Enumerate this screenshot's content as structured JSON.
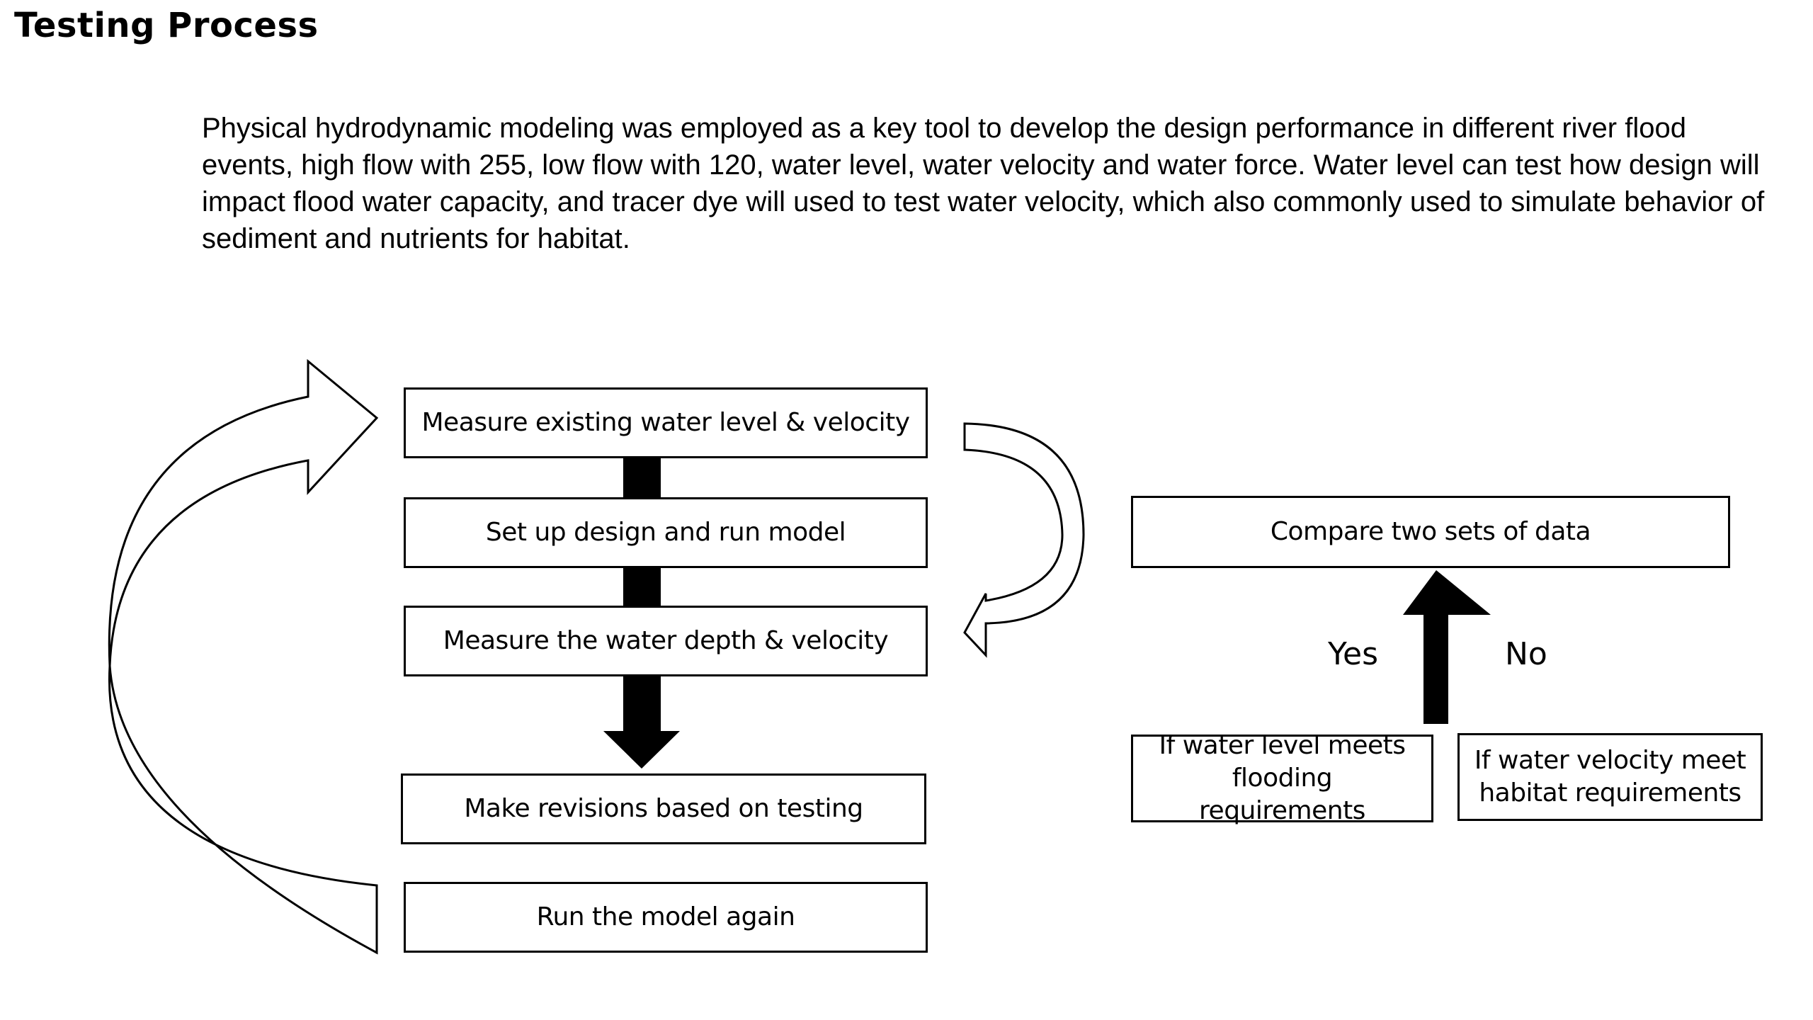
{
  "title": "Testing Process",
  "intro": "Physical hydrodynamic modeling was employed as a key tool to develop the design performance in different river flood events, high flow with 255, low flow with 120, water level, water velocity and water force. Water level can test how design will impact flood water capacity, and tracer dye will used to test water velocity, which also commonly used to simulate behavior of sediment and nutrients for habitat.",
  "flow": {
    "step1": "Measure existing water level & velocity",
    "step2": "Set up design and run model",
    "step3": "Measure the water depth & velocity",
    "step4": "Make revisions based on testing",
    "step5": "Run the model again"
  },
  "compare": {
    "title": "Compare two sets of data",
    "yes_label": "Yes",
    "no_label": "No",
    "condition_level": "If water level meets flooding requirements",
    "condition_velocity": "If water velocity meet habitat requirements"
  },
  "colors": {
    "stroke": "#000000",
    "fill": "#ffffff",
    "arrow_fill": "#000000"
  },
  "icons": {
    "loop_arrow": "curved-arrow-outline",
    "return_arrow": "curved-arrow-outline",
    "down_arrow": "block-arrow-down",
    "up_arrow": "block-arrow-up"
  }
}
